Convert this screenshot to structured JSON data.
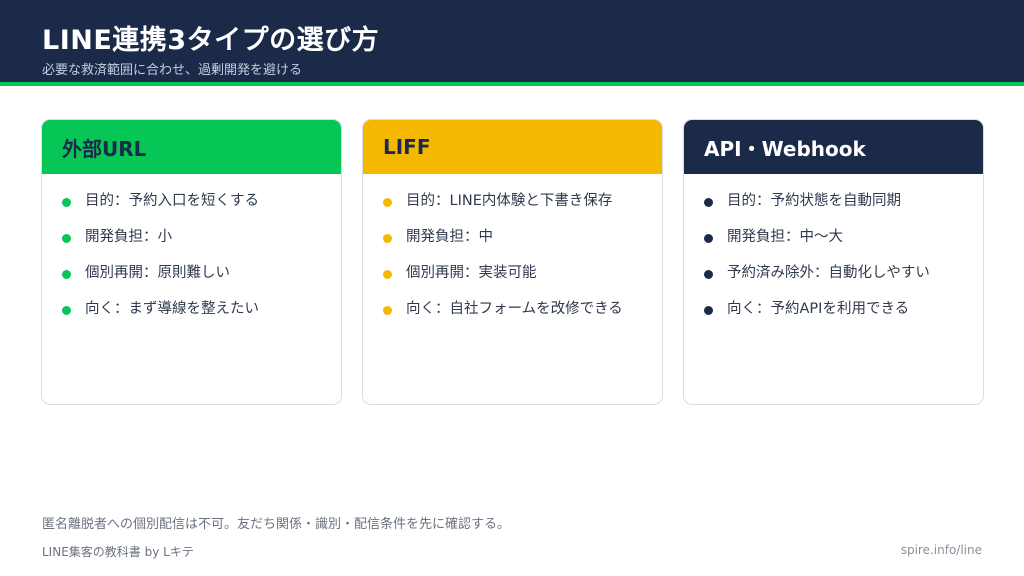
{
  "header": {
    "title": "LINE連携3タイプの選び方",
    "subtitle": "必要な救済範囲に合わせ、過剰開発を避ける"
  },
  "cards": [
    {
      "title": "外部URL",
      "head_bg": "#06c755",
      "head_fg": "#1c2a4a",
      "bullet_color": "#06c755",
      "items": [
        "目的：予約入口を短くする",
        "開発負担：小",
        "個別再開：原則難しい",
        "向く：まず導線を整えたい"
      ]
    },
    {
      "title": "LIFF",
      "head_bg": "#f5b800",
      "head_fg": "#1c2a4a",
      "bullet_color": "#f5b800",
      "items": [
        "目的：LINE内体験と下書き保存",
        "開発負担：中",
        "個別再開：実装可能",
        "向く：自社フォームを改修できる"
      ]
    },
    {
      "title": "API・Webhook",
      "head_bg": "#1c2a4a",
      "head_fg": "#ffffff",
      "bullet_color": "#1c2a4a",
      "items": [
        "目的：予約状態を自動同期",
        "開発負担：中〜大",
        "予約済み除外：自動化しやすい",
        "向く：予約APIを利用できる"
      ]
    }
  ],
  "footer": {
    "note": "匿名離脱者への個別配信は不可。友だち関係・識別・配信条件を先に確認する。",
    "brand": "LINE集客の教科書 by Lキテ",
    "url": "spire.info/line"
  }
}
